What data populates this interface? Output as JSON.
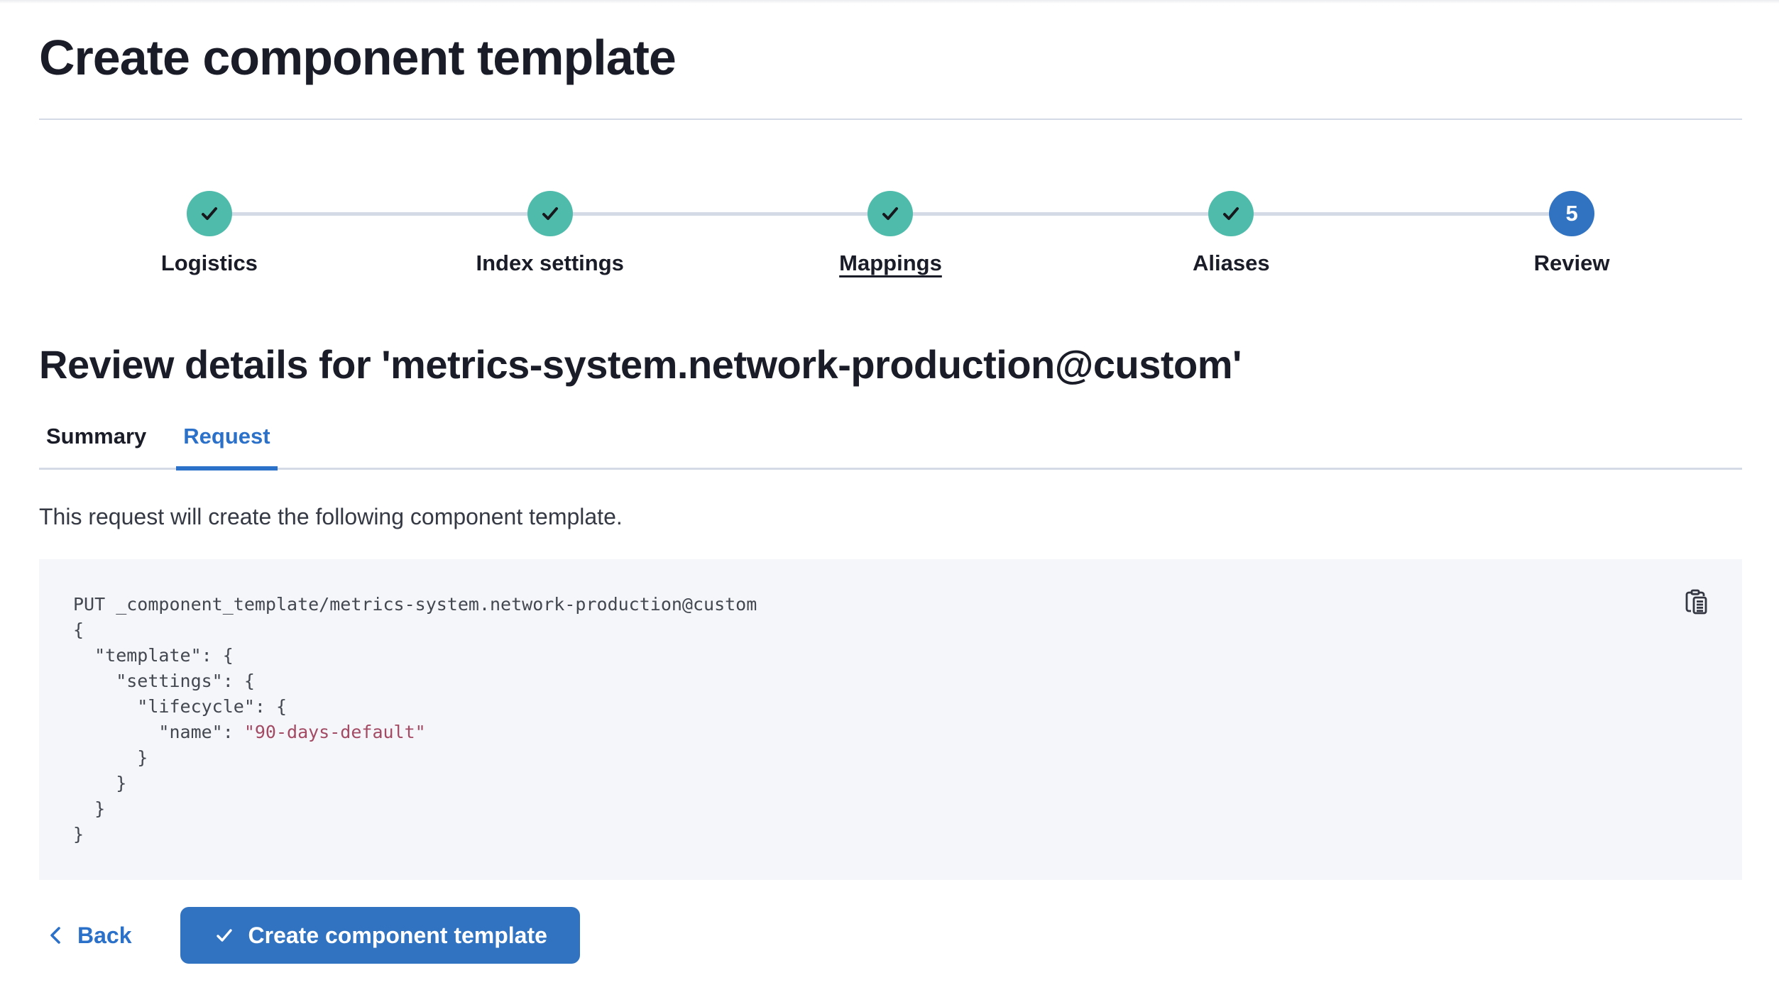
{
  "page": {
    "title": "Create component template"
  },
  "steps": [
    {
      "label": "Logistics",
      "status": "complete",
      "underlined": false
    },
    {
      "label": "Index settings",
      "status": "complete",
      "underlined": false
    },
    {
      "label": "Mappings",
      "status": "complete",
      "underlined": true
    },
    {
      "label": "Aliases",
      "status": "complete",
      "underlined": false
    },
    {
      "label": "Review",
      "status": "current",
      "number": "5",
      "underlined": false
    }
  ],
  "review": {
    "heading": "Review details for 'metrics-system.network-production@custom'",
    "tabs": [
      {
        "label": "Summary",
        "active": false
      },
      {
        "label": "Request",
        "active": true
      }
    ],
    "description": "This request will create the following component template."
  },
  "code": {
    "lines": [
      [
        {
          "type": "plain",
          "text": "PUT _component_template/metrics-system.network-production@custom"
        }
      ],
      [
        {
          "type": "plain",
          "text": "{"
        }
      ],
      [
        {
          "type": "plain",
          "text": "  \"template\": {"
        }
      ],
      [
        {
          "type": "plain",
          "text": "    \"settings\": {"
        }
      ],
      [
        {
          "type": "plain",
          "text": "      \"lifecycle\": {"
        }
      ],
      [
        {
          "type": "plain",
          "text": "        \"name\": "
        },
        {
          "type": "string",
          "text": "\"90-days-default\""
        }
      ],
      [
        {
          "type": "plain",
          "text": "      }"
        }
      ],
      [
        {
          "type": "plain",
          "text": "    }"
        }
      ],
      [
        {
          "type": "plain",
          "text": "  }"
        }
      ],
      [
        {
          "type": "plain",
          "text": "}"
        }
      ]
    ]
  },
  "footer": {
    "back_label": "Back",
    "create_label": "Create component template"
  },
  "colors": {
    "primary_fill": "#3173C0",
    "primary_text": "#2B70C9",
    "success": "#4FBBAB",
    "connector_line": "#D5DBE6",
    "heading": "#1A1C27",
    "body_text": "#353944",
    "code_background": "#F4F6FA",
    "code_text": "#43474F",
    "code_string": "#A34A64"
  }
}
